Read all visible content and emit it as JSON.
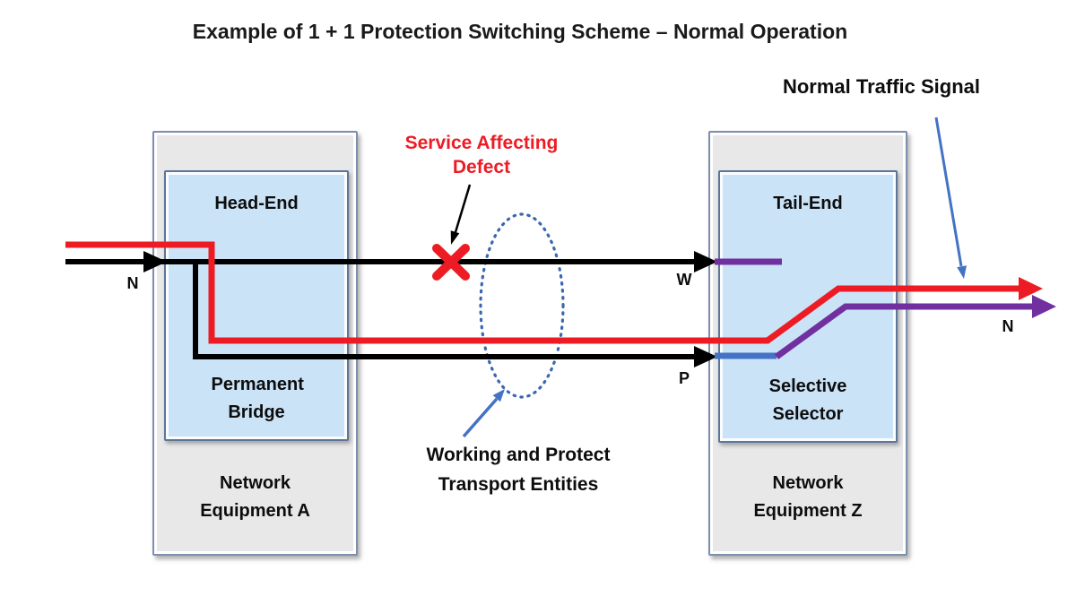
{
  "title": "Example of 1 + 1 Protection Switching Scheme – Normal Operation",
  "annotations": {
    "normal_traffic_signal": "Normal Traffic Signal",
    "service_affecting_defect": {
      "line1": "Service Affecting",
      "line2": "Defect"
    },
    "transport_entities": {
      "line1": "Working and Protect",
      "line2": "Transport Entities"
    }
  },
  "equipment_a": {
    "inner_top_label": "Head-End",
    "inner_bottom_label": "Permanent Bridge",
    "label": "Network Equipment A"
  },
  "equipment_z": {
    "inner_top_label": "Tail-End",
    "inner_bottom_label": "Selective Selector",
    "label": "Network Equipment Z"
  },
  "signal_labels": {
    "input": "N",
    "working": "W",
    "protection": "P",
    "output": "N"
  },
  "colors": {
    "traffic_red": "#ed1c24",
    "line_black": "#000000",
    "signal_purple": "#7030a0",
    "selector_blue": "#4472c4",
    "ellipse_blue": "#3a67b0",
    "box_gray_fill": "#e9e8e8",
    "box_blue_fill": "#cbe3f7",
    "box_border": "#7d8eae",
    "defect_text_red": "#ed1c24"
  }
}
